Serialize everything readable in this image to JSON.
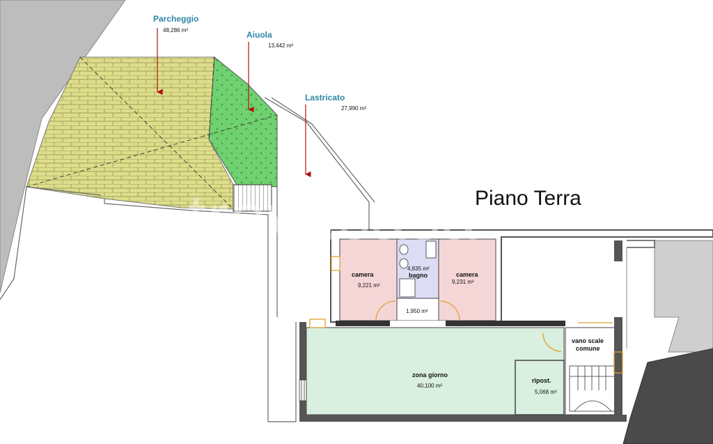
{
  "plan": {
    "title": "Piano Terra",
    "watermark": "trovacasa"
  },
  "outdoor": {
    "parcheggio": {
      "label": "Parcheggio",
      "area": "48,286 m²"
    },
    "aiuola": {
      "label": "Aiuola",
      "area": "13,442 m²"
    },
    "lastricato": {
      "label": "Lastricato",
      "area": "27,990 m²"
    }
  },
  "rooms": {
    "camera1": {
      "label": "camera",
      "area": "9,221 m²"
    },
    "bagno": {
      "label": "bagno",
      "area": "4,835 m²"
    },
    "camera2": {
      "label": "camera",
      "area": "9,231 m²"
    },
    "disimpegno": {
      "area": "1,950 m²"
    },
    "zona_giorno": {
      "label": "zona giorno",
      "area": "40,100 m²"
    },
    "ripostiglio": {
      "label": "ripost.",
      "area": "5,068 m²"
    },
    "vano_scale": {
      "label_line1": "vano scale",
      "label_line2": "comune"
    }
  },
  "colors": {
    "parcheggio_fill": "#dede8a",
    "aiuola_fill": "#6fd16f",
    "camera_fill": "#f5d6d6",
    "bagno_fill": "#dcdcf5",
    "zona_giorno_fill": "#d9efe0",
    "wall": "#555555",
    "door": "#e0a030",
    "arrow": "#b01010",
    "title_blue": "#2e86a6"
  }
}
